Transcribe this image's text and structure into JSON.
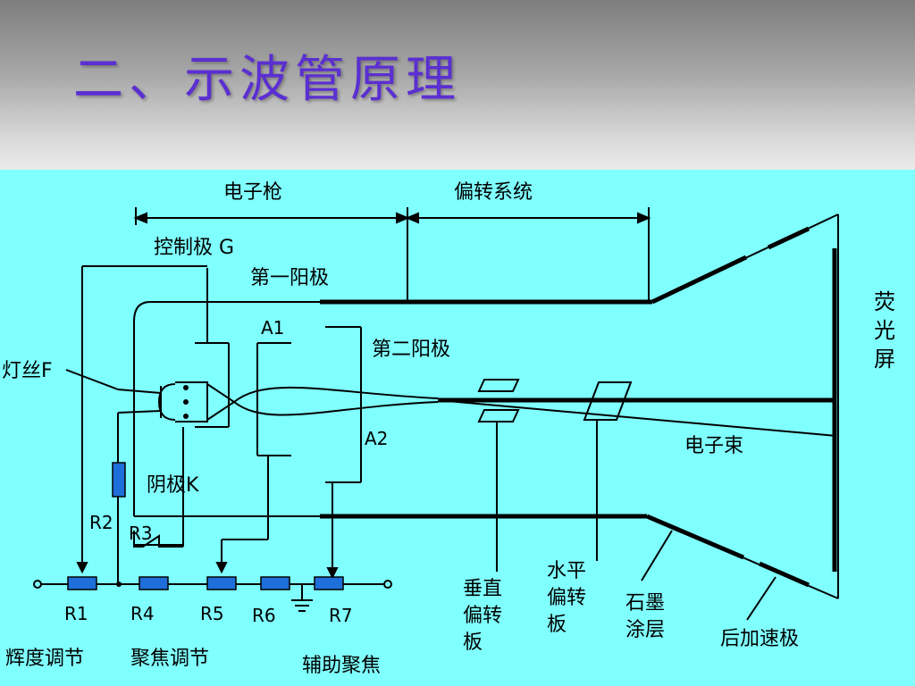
{
  "slide": {
    "title": "二、示波管原理"
  },
  "diagram": {
    "labels": {
      "electron_gun": "电子枪",
      "deflection_system": "偏转系统",
      "control_grid": "控制极 G",
      "first_anode": "第一阳极",
      "a1": "A1",
      "second_anode": "第二阳极",
      "filament": "灯丝F",
      "a2": "A2",
      "cathode": "阴极K",
      "r2": "R2",
      "r3": "R3",
      "r1": "R1",
      "r4": "R4",
      "r5": "R5",
      "r6": "R6",
      "r7": "R7",
      "brightness_adjust": "辉度调节",
      "focus_adjust": "聚焦调节",
      "aux_focus": "辅助聚焦",
      "vertical_plate": [
        "垂直",
        "偏转",
        "板"
      ],
      "horizontal_plate": [
        "水平",
        "偏转",
        "板"
      ],
      "graphite_coating": [
        "石墨",
        "涂层"
      ],
      "post_accel": "后加速极",
      "electron_beam": "电子束",
      "screen": [
        "荧",
        "光",
        "屏"
      ]
    },
    "colors": {
      "background": "#80ffff",
      "resistor": "#1e6fd9",
      "line": "#000000",
      "title": "#5b2fd1"
    }
  }
}
